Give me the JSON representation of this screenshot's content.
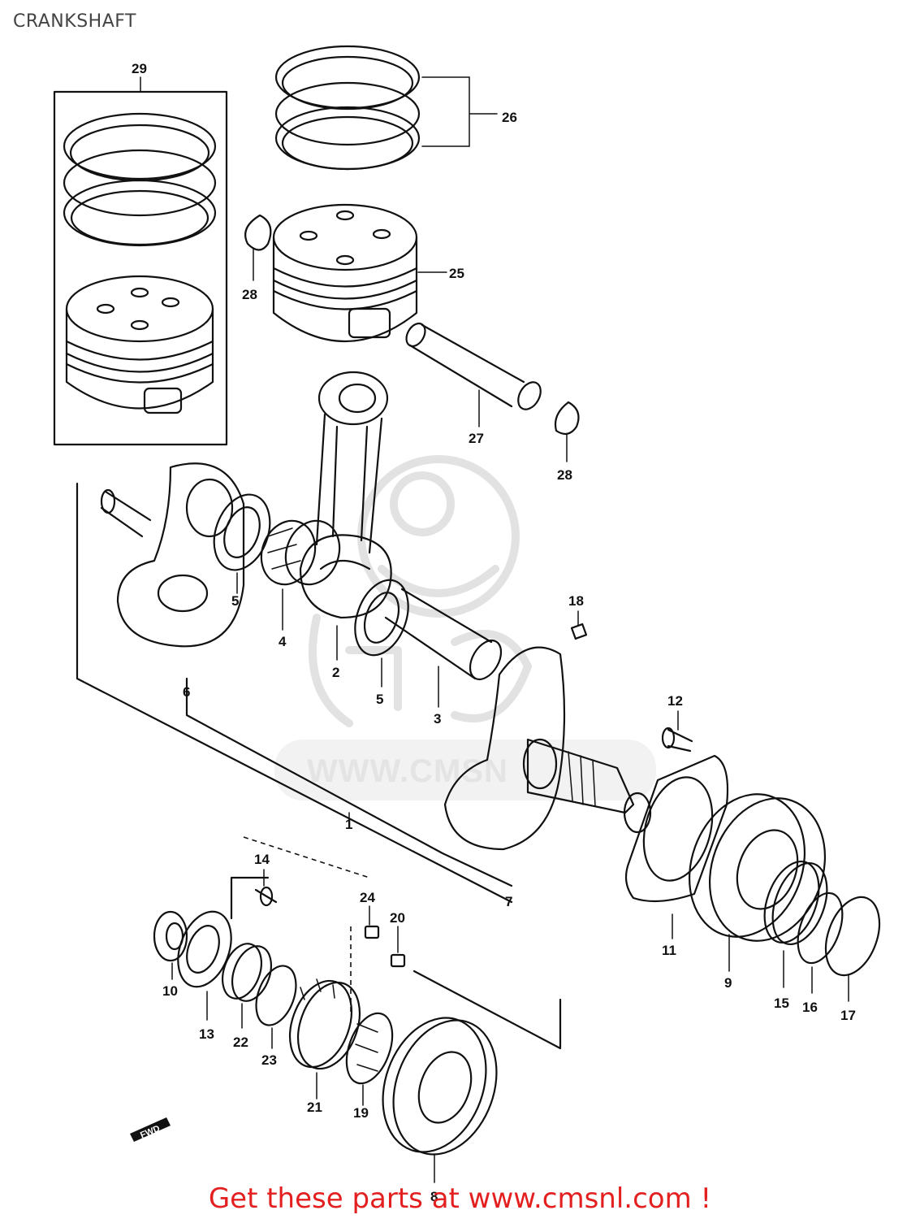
{
  "page": {
    "title": "CRANKSHAFT",
    "footer_link": "Get these parts at www.cmsnl.com !"
  },
  "watermark": {
    "text": "WWW.CMSN"
  },
  "parts": {
    "p1": "1",
    "p2": "2",
    "p3": "3",
    "p4": "4",
    "p5a": "5",
    "p5b": "5",
    "p6": "6",
    "p7": "7",
    "p8": "8",
    "p9": "9",
    "p10": "10",
    "p11": "11",
    "p12": "12",
    "p13": "13",
    "p14": "14",
    "p15": "15",
    "p16": "16",
    "p17": "17",
    "p18": "18",
    "p19": "19",
    "p20": "20",
    "p21": "21",
    "p22": "22",
    "p23": "23",
    "p24": "24",
    "p25": "25",
    "p26": "26",
    "p27": "27",
    "p28a": "28",
    "p28b": "28",
    "p29": "29"
  },
  "fwd_mark": "FWD"
}
